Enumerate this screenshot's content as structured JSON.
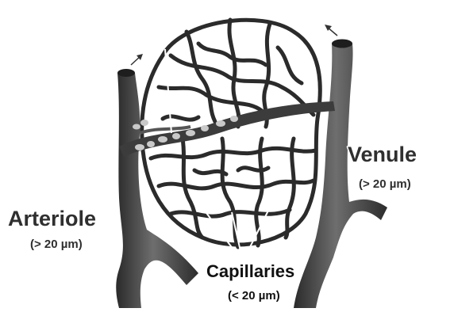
{
  "labels": {
    "arteriole": {
      "name": "Arteriole",
      "size": "(> 20 µm)"
    },
    "venule": {
      "name": "Venule",
      "size": "(> 20 µm)"
    },
    "capillaries": {
      "name": "Capillaries",
      "size": "(< 20 µm)"
    }
  },
  "colors": {
    "vessel_dark": "#3a3a3a",
    "vessel_light": "#7a7a7a",
    "capillary": "#2b2b2b",
    "highlight_cells": "#c9c9c9",
    "label_text": "#2f2f2f"
  }
}
